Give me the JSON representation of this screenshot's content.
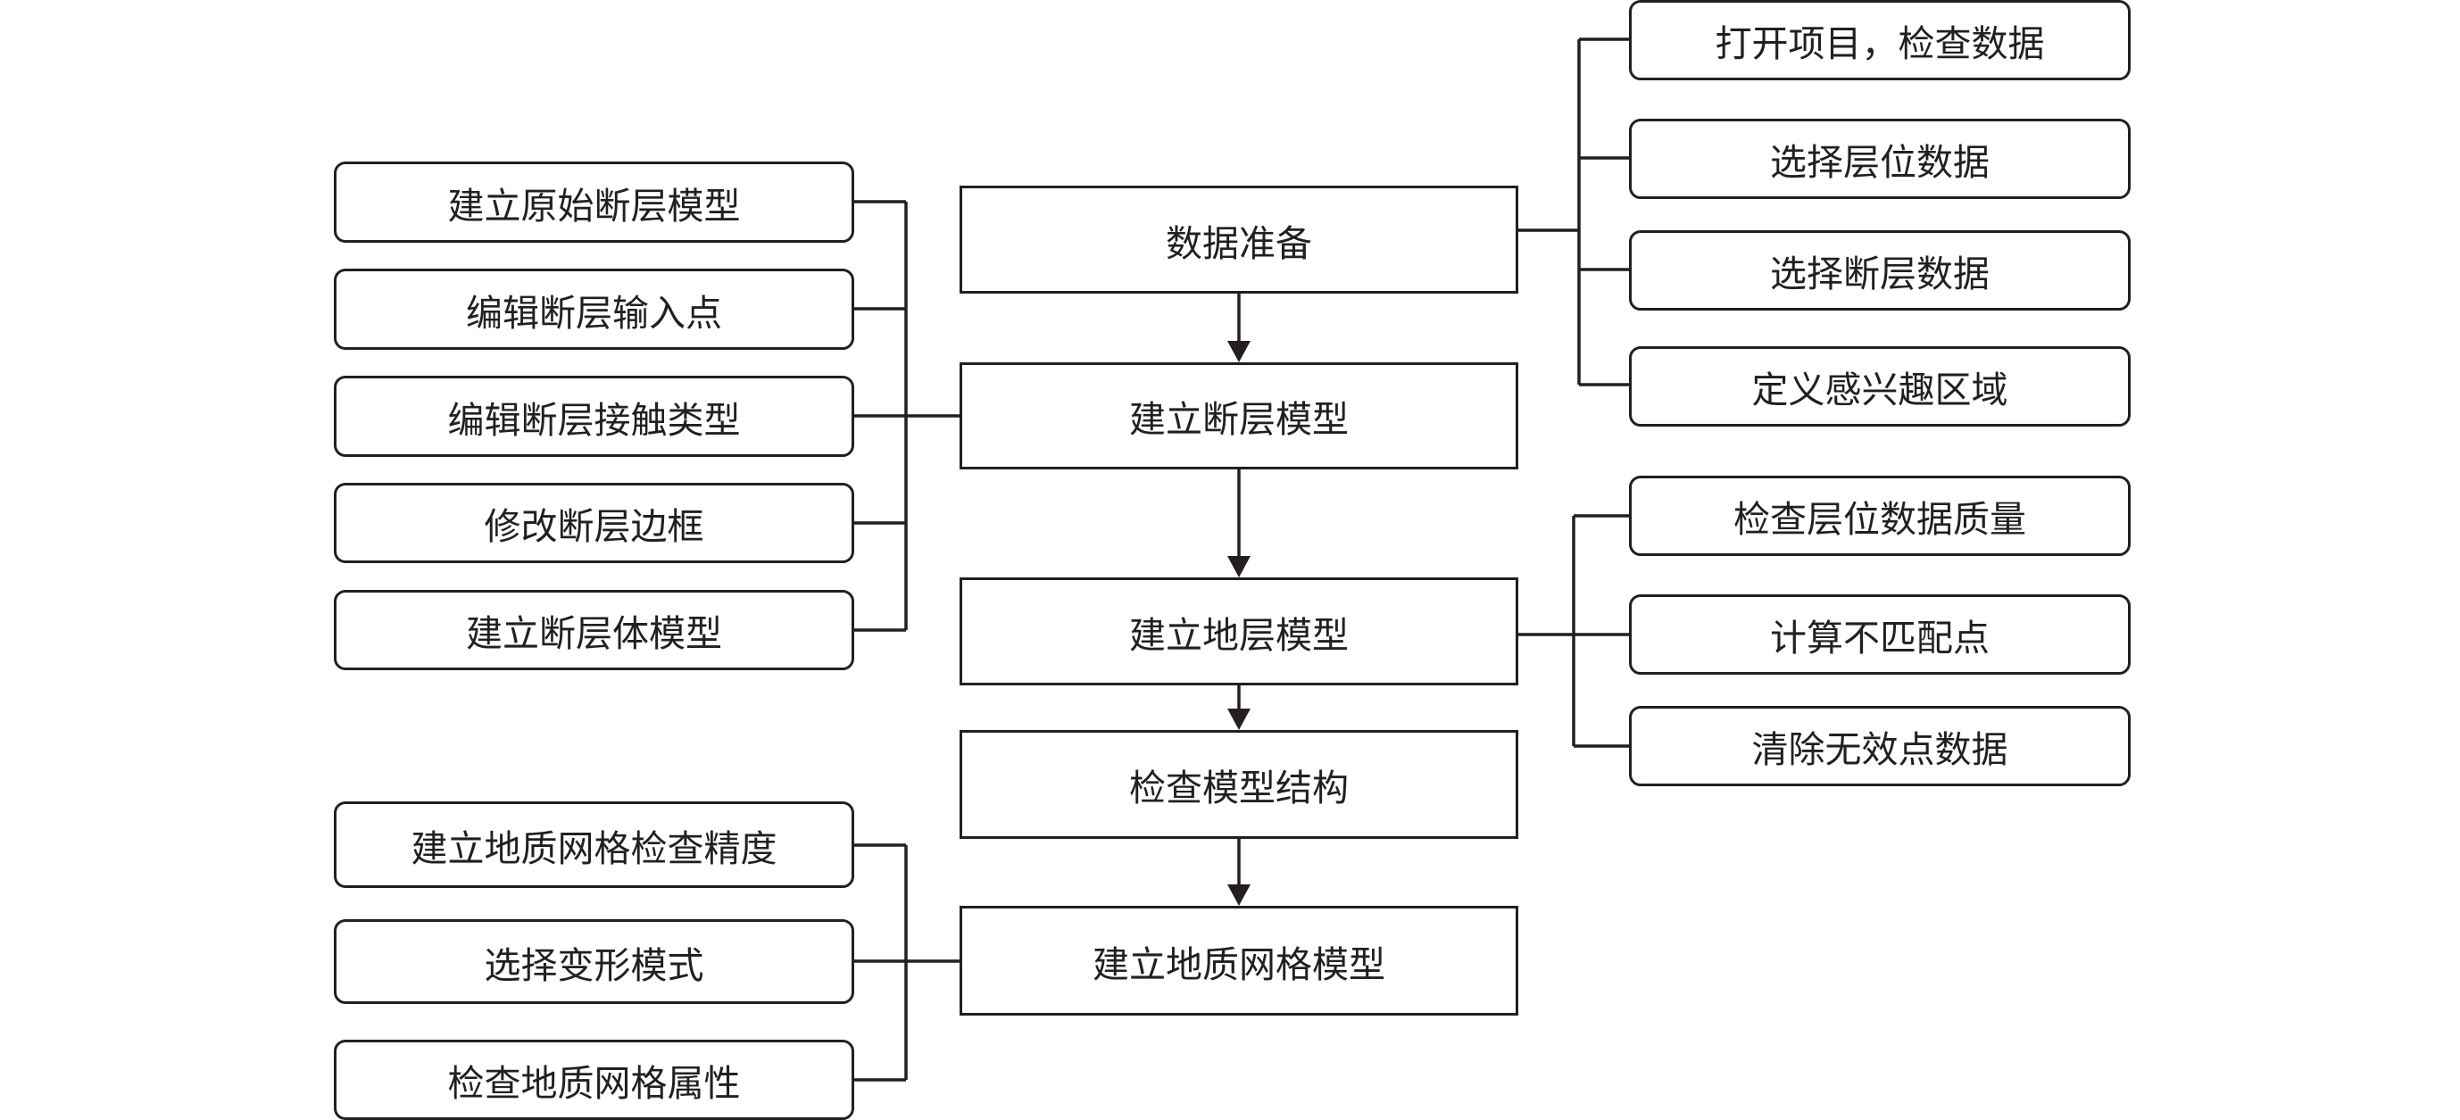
{
  "colors": {
    "line": "#231f20",
    "box_fill": "#ffffff",
    "text": "#231f20"
  },
  "main_steps": [
    "数据准备",
    "建立断层模型",
    "建立地层模型",
    "检查模型结构",
    "建立地质网格模型"
  ],
  "data_prep_tasks": [
    "打开项目，检查数据",
    "选择层位数据",
    "选择断层数据",
    "定义感兴趣区域"
  ],
  "fault_model_tasks": [
    "建立原始断层模型",
    "编辑断层输入点",
    "编辑断层接触类型",
    "修改断层边框",
    "建立断层体模型"
  ],
  "strata_model_tasks": [
    "检查层位数据质量",
    "计算不匹配点",
    "清除无效点数据"
  ],
  "grid_model_tasks": [
    "建立地质网格检查精度",
    "选择变形模式",
    "检查地质网格属性"
  ]
}
